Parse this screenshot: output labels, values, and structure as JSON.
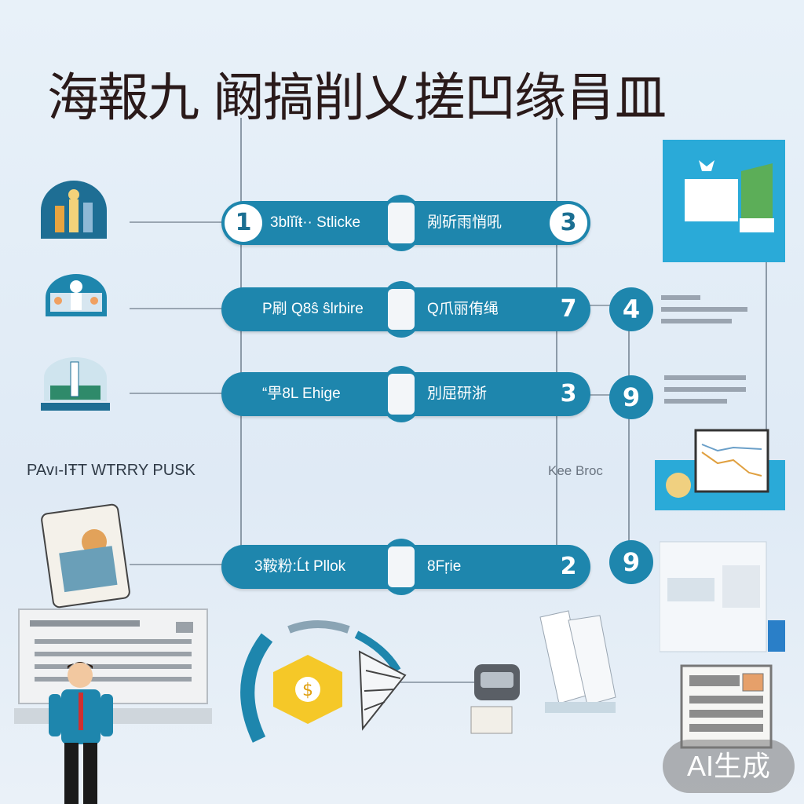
{
  "title": "海報九 阚搞削乂搓凹缘肙皿",
  "steps": [
    {
      "left_label": "1",
      "text_left": "3blĭĭŧ·· Stlicke",
      "text_right": "剐斫雨悄吼",
      "right_number": "3"
    },
    {
      "text_left": "P刷 Q8ŝ ŝlrbire",
      "text_right": "Q爪丽侑绳",
      "right_number": "7",
      "side_number": "4"
    },
    {
      "text_left": "“甼8L Ehige",
      "text_right": "別屈研浙",
      "right_number": "3",
      "side_number": "9"
    },
    {
      "text_left": "3鞍粉:Ĺt Pllok",
      "text_right": "8Fŗie",
      "right_number": "2",
      "side_number": "9"
    }
  ],
  "side_label_left": "PAvı-IŦT WTRRY PUSK",
  "side_label_right": "Kee Broc",
  "watermark": "AI生成",
  "colors": {
    "accent": "#1e86ad",
    "background": "#e8f1f9",
    "title": "#2a1a1a"
  },
  "icons": [
    "workers-icon",
    "doctor-icon",
    "dam-icon",
    "poster-icon",
    "monitor-icon",
    "person-icon",
    "coin-icon",
    "gauge-icon",
    "chart-card-icon",
    "gift-icon",
    "robot-icon"
  ]
}
